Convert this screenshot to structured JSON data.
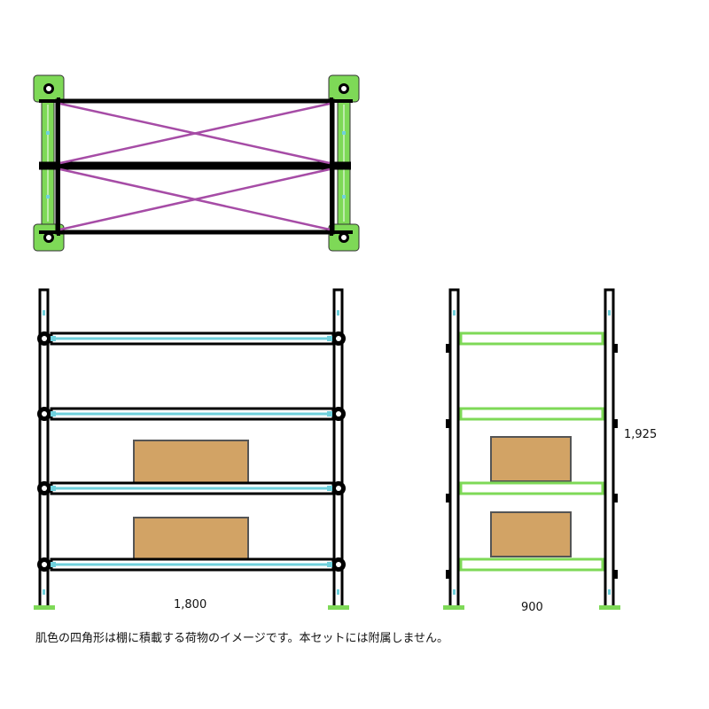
{
  "dimensions": {
    "width": "1,800",
    "depth": "900",
    "height": "1,925"
  },
  "note": "肌色の四角形は棚に積載する荷物のイメージです。本セットには附属しません。",
  "colors": {
    "frame": "#000000",
    "connector_green": "#7ed957",
    "brace_purple": "#a64ca6",
    "bar_light_blue": "#6fd0dc",
    "cargo_fill": "#d2a365",
    "cargo_stroke": "#555555"
  }
}
